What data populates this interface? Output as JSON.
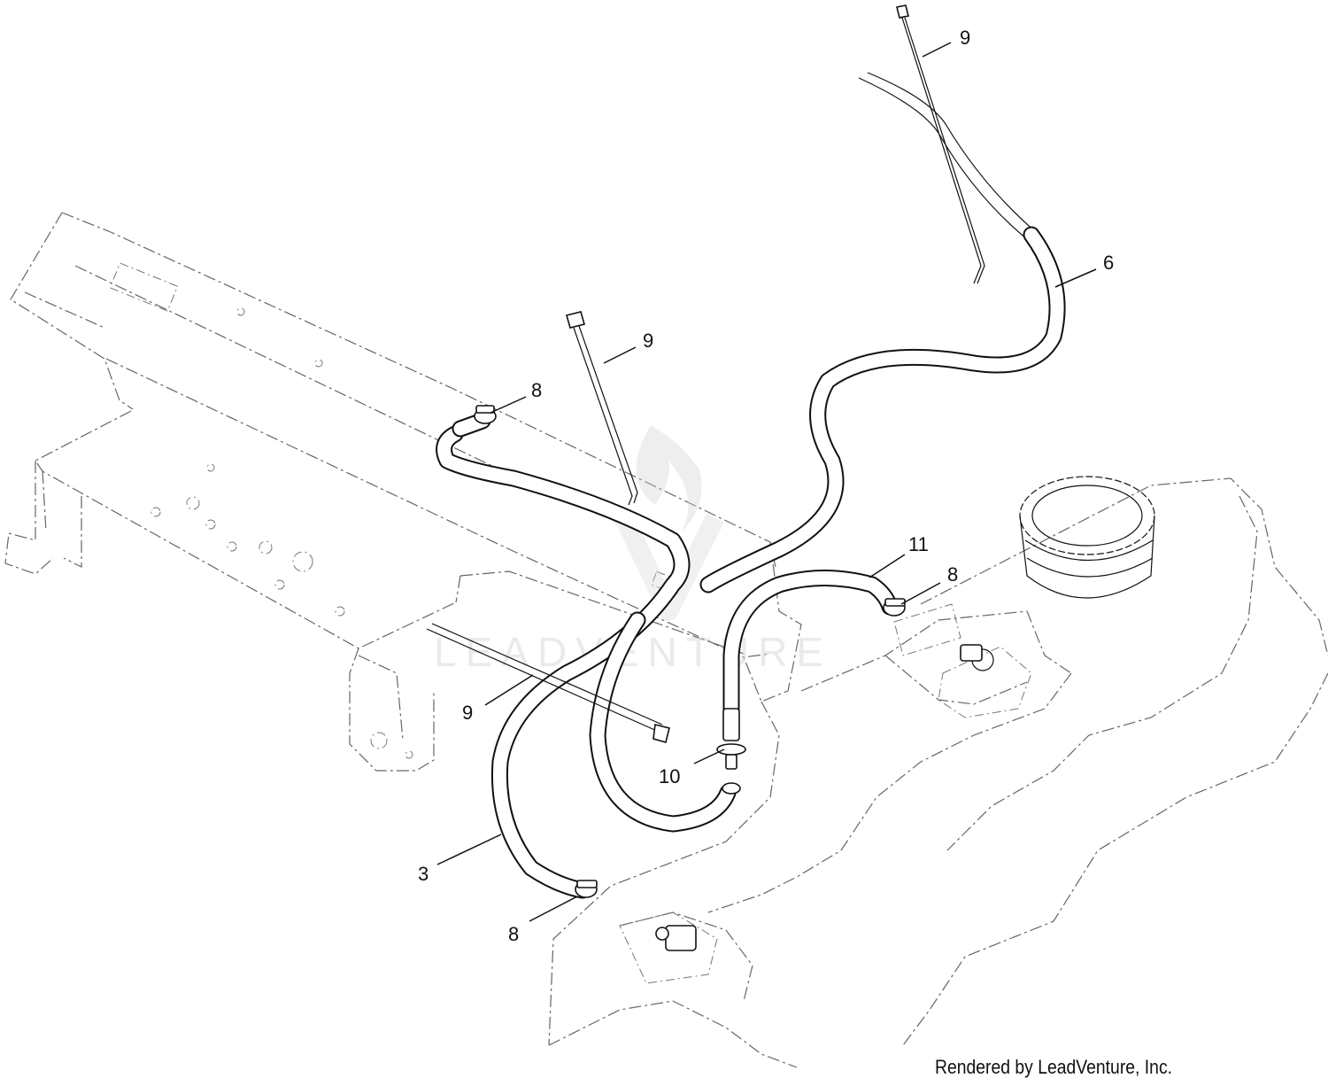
{
  "diagram": {
    "callouts": [
      {
        "id": "c-9-top",
        "label": "9"
      },
      {
        "id": "c-6",
        "label": "6"
      },
      {
        "id": "c-9-mid",
        "label": "9"
      },
      {
        "id": "c-8-upper-left",
        "label": "8"
      },
      {
        "id": "c-11",
        "label": "11"
      },
      {
        "id": "c-8-right",
        "label": "8"
      },
      {
        "id": "c-9-lower",
        "label": "9"
      },
      {
        "id": "c-10",
        "label": "10"
      },
      {
        "id": "c-3",
        "label": "3"
      },
      {
        "id": "c-8-bottom",
        "label": "8"
      }
    ],
    "watermark": "LEADVENTURE",
    "credit": "Rendered by LeadVenture, Inc."
  }
}
